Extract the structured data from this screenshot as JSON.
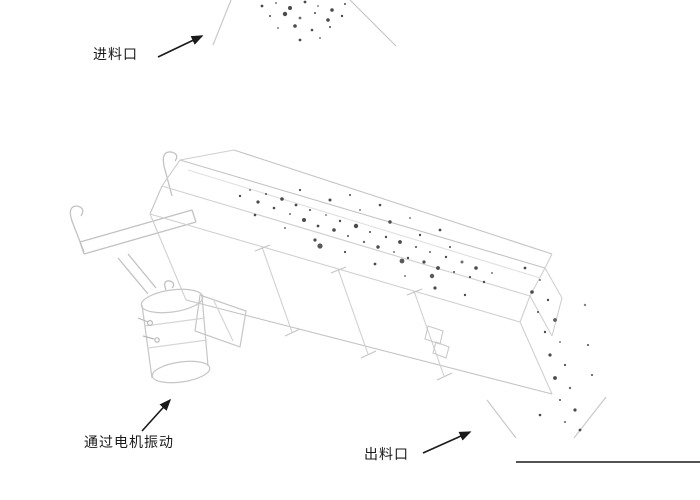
{
  "diagram": {
    "type": "line-art technical illustration of a vibrating feeder",
    "labels": {
      "inlet": "进料口",
      "motor": "通过电机振动",
      "outlet": "出料口"
    },
    "colors": {
      "sketch_line": "#d0d0d0",
      "sketch_line_dark": "#bdbdbd",
      "ink": "#1a1a1a",
      "particle": "#4b4b4b"
    }
  }
}
